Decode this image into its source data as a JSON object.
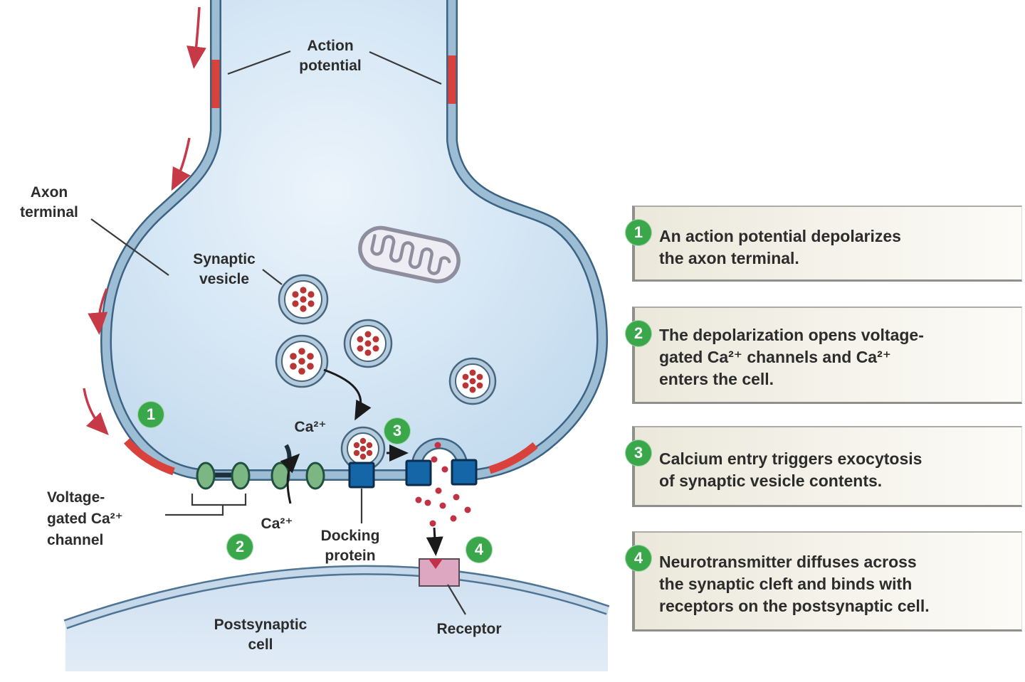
{
  "figure": {
    "topic": "Synaptic transmission at an axon terminal"
  },
  "diagram": {
    "labels": {
      "action_potential": [
        "Action",
        "potential"
      ],
      "axon_terminal": [
        "Axon",
        "terminal"
      ],
      "synaptic_vesicle": [
        "Synaptic",
        "vesicle"
      ],
      "ca_upper": "Ca²⁺",
      "ca_lower": "Ca²⁺",
      "voltage_gated_channel": [
        "Voltage-",
        "gated Ca²⁺",
        "channel"
      ],
      "docking_protein": [
        "Docking",
        "protein"
      ],
      "postsynaptic_cell": [
        "Postsynaptic",
        "cell"
      ],
      "receptor": "Receptor"
    },
    "icons": [
      "mitochondrion-icon",
      "synaptic-vesicle-icon",
      "calcium-channel-icon",
      "docking-protein-icon",
      "receptor-icon",
      "neurotransmitter-dot-icon",
      "action-potential-arrow-icon"
    ]
  },
  "steps": [
    {
      "number": "1",
      "text": [
        "An action potential depolarizes",
        "the axon terminal."
      ]
    },
    {
      "number": "2",
      "text": [
        "The depolarization opens voltage-",
        "gated Ca²⁺ channels and Ca²⁺",
        "enters the cell."
      ]
    },
    {
      "number": "3",
      "text": [
        "Calcium entry triggers exocytosis",
        "of synaptic vesicle contents."
      ]
    },
    {
      "number": "4",
      "text": [
        "Neurotransmitter diffuses across",
        "the synaptic cleft and binds with",
        "receptors on the postsynaptic cell."
      ]
    }
  ],
  "colors": {
    "step_badge_green": "#3aa74b",
    "membrane_outline": "#3c6384",
    "membrane_core": "#9dbdd4",
    "cell_fill": "#cfe2f2",
    "action_potential_red": "#d9413c",
    "channel_green": "#7cb682",
    "docking_blue": "#1566a7",
    "neurotransmitter_red": "#b93636",
    "receptor_pink": "#dda6c1",
    "note_box_beige": "#ebe8db",
    "postsynaptic_fill": "#d7e5f3"
  }
}
